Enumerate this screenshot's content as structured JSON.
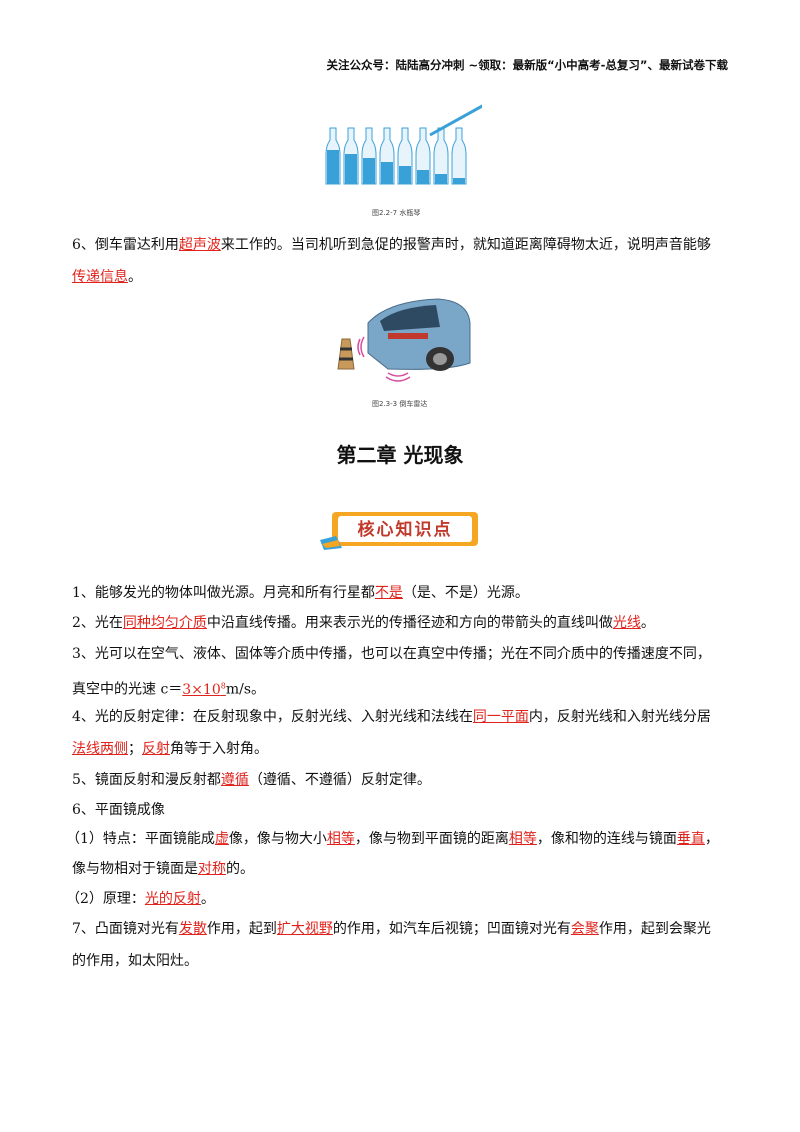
{
  "header": {
    "text": "关注公众号：陆陆高分冲刺  ~领取：最新版“小中高考-总复习”、最新试卷下载"
  },
  "figures": {
    "bottles_caption": "图2.2-7   水瓶琴",
    "radar_caption": "图2.3-3   倒车雷达"
  },
  "item6_prev": {
    "prefix": "6、倒车雷达利用",
    "a1": "超声波",
    "mid": "来工作的。当司机听到急促的报警声时，就知道距离障碍物太近，说明声音能够",
    "a2": "传递信息",
    "end": "。"
  },
  "chapter": {
    "title": "第二章  光现象"
  },
  "badge": {
    "label": "核心知识点"
  },
  "items": {
    "p1": {
      "prefix": "1、能够发光的物体叫做光源。月亮和所有行星都",
      "a1": "不是",
      "suffix": "（是、不是）光源。"
    },
    "p2": {
      "prefix": "2、光在",
      "a1": "同种均匀介质",
      "mid": "中沿直线传播。用来表示光的传播径迹和方向的带箭头的直线叫做",
      "a2": "光线",
      "end": "。"
    },
    "p3": {
      "line1": "3、光可以在空气、液体、固体等介质中传播，也可以在真空中传播；光在不同介质中的传播速度不同，",
      "prefix": "真空中的光速 c＝",
      "a1": "3×10",
      "a1_sup": "8",
      "unit": "m/s。"
    },
    "p4": {
      "prefix": "4、光的反射定律：在反射现象中，反射光线、入射光线和法线在",
      "a1": "同一平面",
      "mid": "内，反射光线和入射光线分居",
      "a2": "法线两侧",
      "sep": "；",
      "a3": "反射",
      "end": "角等于入射角。"
    },
    "p5": {
      "prefix": "5、镜面反射和漫反射都",
      "a1": "遵循",
      "suffix": "（遵循、不遵循）反射定律。"
    },
    "p6": {
      "title": "6、平面镜成像"
    },
    "p6_1": {
      "prefix": "（1）特点：平面镜能成",
      "a1": "虚",
      "t1": "像，像与物大小",
      "a2": "相等",
      "t2": "，像与物到平面镜的距离",
      "a3": "相等",
      "t3": "，像和物的连线与镜面",
      "a4": "垂直",
      "t4": "，",
      "line2": "像与物相对于镜面是",
      "a5": "对称",
      "end": "的。"
    },
    "p6_2": {
      "prefix": "（2）原理：",
      "a1": "光的反射",
      "end": "。"
    },
    "p7": {
      "prefix": "7、凸面镜对光有",
      "a1": "发散",
      "t1": "作用，起到",
      "a2": "扩大视野",
      "t2": "的作用，如汽车后视镜；凹面镜对光有",
      "a3": "会聚",
      "t3": "作用，起到会聚光",
      "line2": "的作用，如太阳灶。"
    }
  },
  "colors": {
    "answer": "#e0241d",
    "bottle": "#3aa0d8",
    "badge": "#f5a623"
  }
}
